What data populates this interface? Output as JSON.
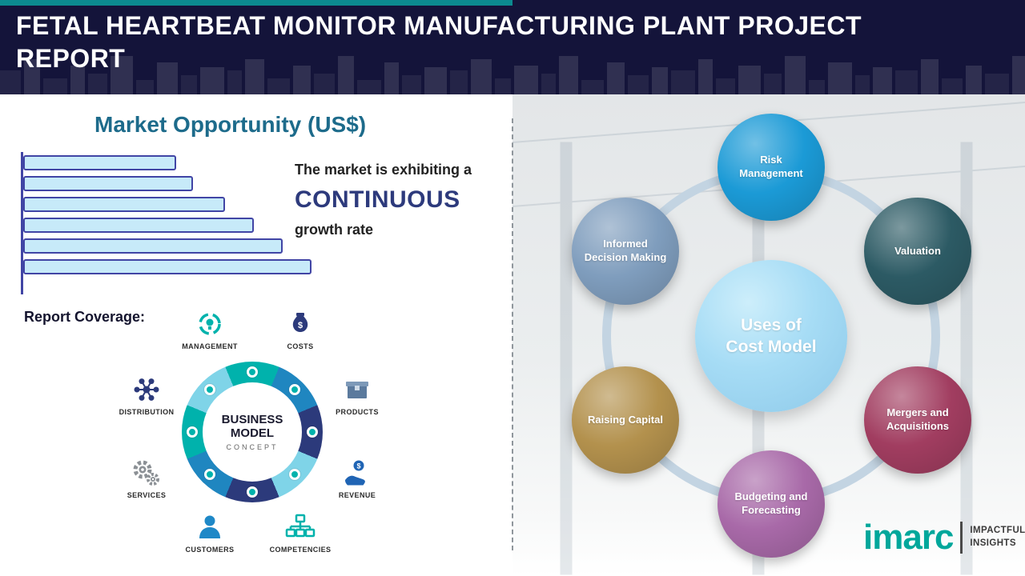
{
  "header": {
    "title": "FETAL HEARTBEAT MONITOR MANUFACTURING PLANT PROJECT REPORT",
    "bg_color": "#14143a",
    "accent_color": "#0c8a8f"
  },
  "left_panel": {
    "section_title": "Market Opportunity (US$)",
    "growth_text": {
      "line1": "The market is exhibiting a",
      "highlight": "CONTINUOUS",
      "line2": "growth rate"
    },
    "report_coverage_label": "Report Coverage:",
    "business_model": {
      "center_line1": "BUSINESS",
      "center_line2": "MODEL",
      "center_sub": "CONCEPT",
      "items": [
        {
          "label": "MANAGEMENT",
          "icon": "management-cycle-icon",
          "color": "#00b2ac"
        },
        {
          "label": "COSTS",
          "icon": "money-bag-icon",
          "color": "#2c3a7b"
        },
        {
          "label": "DISTRIBUTION",
          "icon": "network-icon",
          "color": "#2c3a7b"
        },
        {
          "label": "PRODUCTS",
          "icon": "box-icon",
          "color": "#5b7a9d"
        },
        {
          "label": "SERVICES",
          "icon": "gears-icon",
          "color": "#8b9095"
        },
        {
          "label": "REVENUE",
          "icon": "hand-coin-icon",
          "color": "#1f64b4"
        },
        {
          "label": "CUSTOMERS",
          "icon": "person-icon",
          "color": "#1e88c7"
        },
        {
          "label": "COMPETENCIES",
          "icon": "org-chart-icon",
          "color": "#00b2ac"
        }
      ]
    }
  },
  "chart_data": {
    "type": "bar",
    "orientation": "horizontal",
    "title": "Market Opportunity (US$)",
    "xlabel": "",
    "ylabel": "",
    "values": [
      53,
      59,
      70,
      80,
      90,
      100
    ],
    "values_unit": "relative length, percent of longest bar (no numeric axis labels shown)",
    "bar_fill": "#c7eaf9",
    "bar_border": "#4145a5",
    "grid": false,
    "legend": false
  },
  "right_panel": {
    "center": {
      "line1": "Uses of",
      "line2": "Cost Model",
      "color": "#a6dcf5"
    },
    "nodes": [
      {
        "label": "Risk Management",
        "color": "#1b9ad6"
      },
      {
        "label": "Valuation",
        "color": "#2c5a64"
      },
      {
        "label": "Mergers and Acquisitions",
        "color": "#a13d60"
      },
      {
        "label": "Budgeting and Forecasting",
        "color": "#a869a8"
      },
      {
        "label": "Raising Capital",
        "color": "#b3914d"
      },
      {
        "label": "Informed Decision Making",
        "color": "#7f9dbd"
      }
    ]
  },
  "footer": {
    "logo_text": "imarc",
    "tagline_line1": "IMPACTFUL",
    "tagline_line2": "INSIGHTS",
    "logo_color": "#00a79b"
  }
}
